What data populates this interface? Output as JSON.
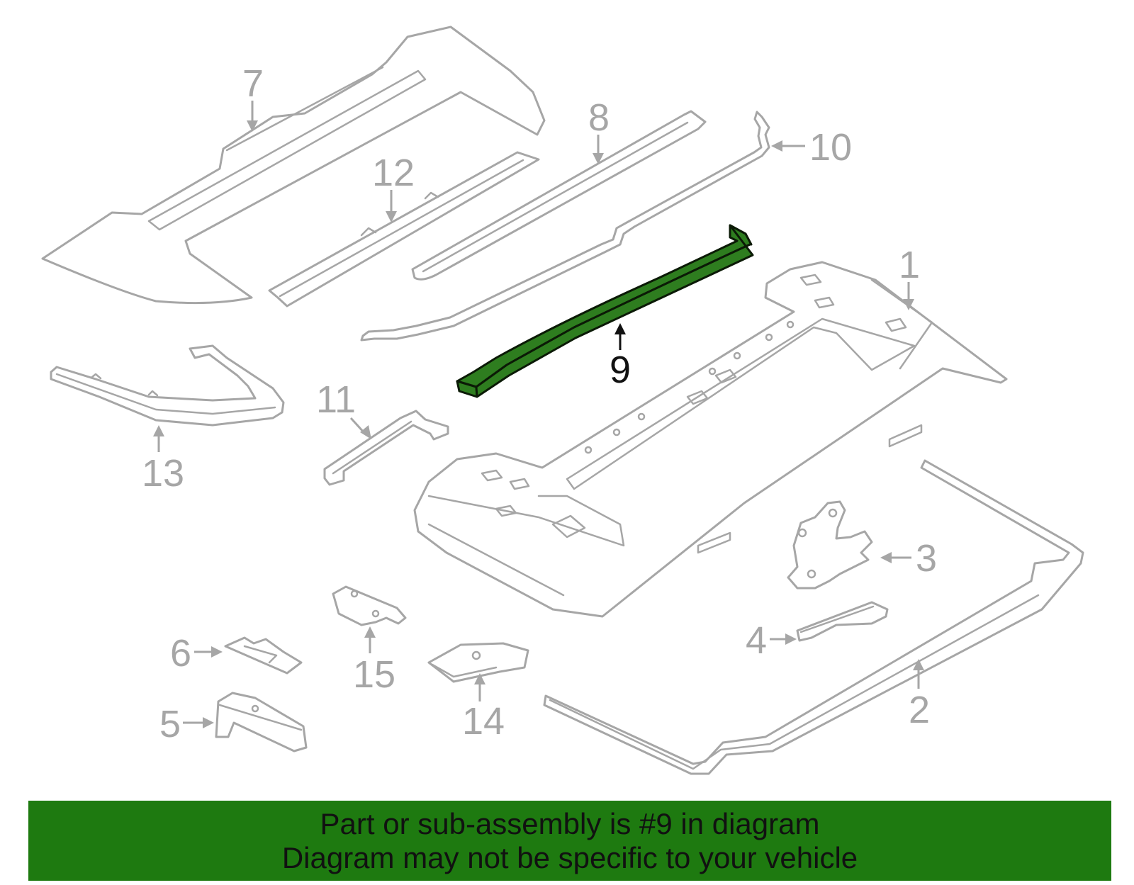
{
  "callouts": {
    "c1": "1",
    "c2": "2",
    "c3": "3",
    "c4": "4",
    "c5": "5",
    "c6": "6",
    "c7": "7",
    "c8": "8",
    "c9": "9",
    "c10": "10",
    "c11": "11",
    "c12": "12",
    "c13": "13",
    "c14": "14",
    "c15": "15"
  },
  "highlight": {
    "part": "9",
    "color": "#2e7d1f"
  },
  "banner": {
    "line1": "Part or sub-assembly is #9 in diagram",
    "line2": "Diagram may not be specific to your vehicle",
    "color": "#1e7a10"
  }
}
